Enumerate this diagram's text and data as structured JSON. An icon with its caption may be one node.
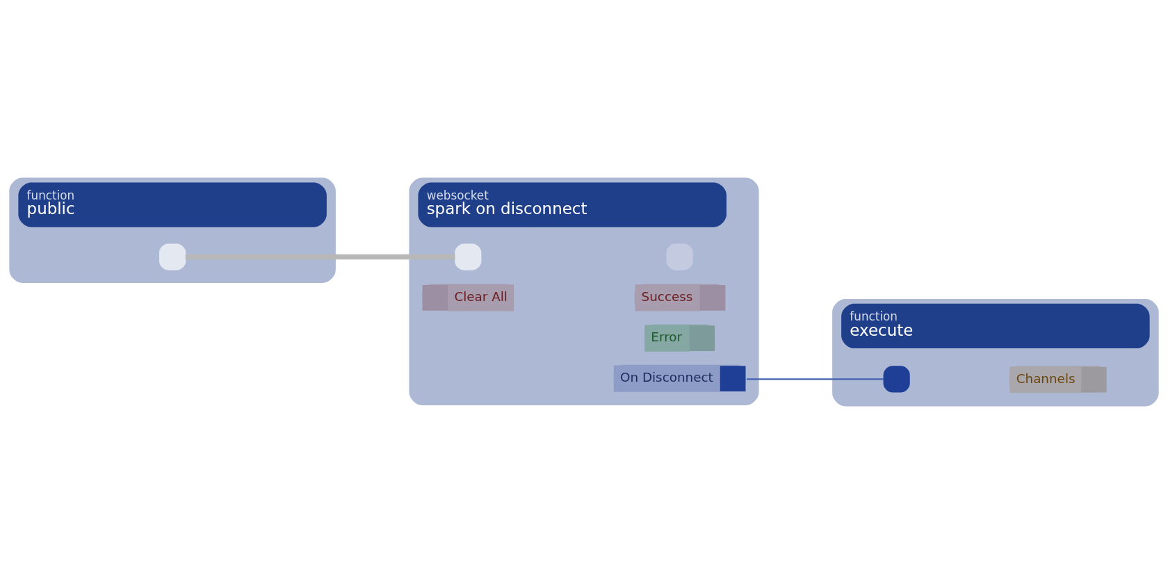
{
  "diagram": {
    "nodes": [
      {
        "text": [
          "function",
          "public"
        ]
      },
      {
        "text": [],
        "shape": "box",
        "in": 0
      },
      {
        "text": [
          "websocket",
          "spark on disconnect"
        ]
      },
      {
        "text": [],
        "shape": "box",
        "in": 2
      },
      {
        "text": [],
        "shape": "box",
        "in": 2
      },
      {
        "text": [
          "Clear All"
        ],
        "in": 2
      },
      {
        "text": [
          "Success"
        ],
        "in": 2
      },
      {
        "text": [
          "Error"
        ],
        "in": 2
      },
      {
        "text": [
          "On Disconnect"
        ],
        "in": 2
      },
      {
        "text": [
          "function",
          "execute"
        ]
      },
      {
        "text": [],
        "shape": "box",
        "in": 9
      },
      {
        "text": [
          "Channels"
        ],
        "in": 9
      }
    ],
    "edges": [
      {
        "from": 1,
        "to": 3,
        "arrow": "none",
        "style": "thick",
        "color": "#b8b8b8"
      },
      {
        "from": 8,
        "to": 10,
        "arrow": "none",
        "color": "#4262ae"
      }
    ]
  }
}
